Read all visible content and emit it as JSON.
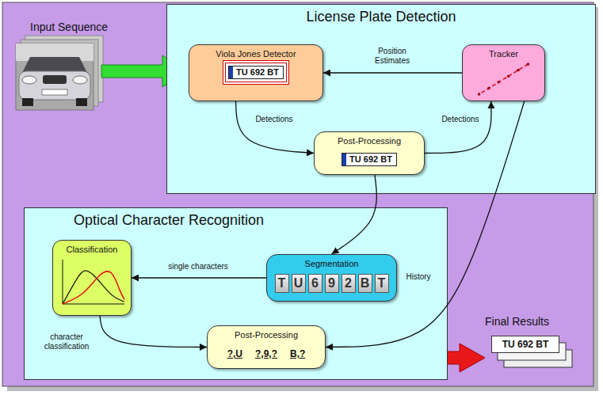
{
  "diagram": {
    "nodes": [
      {
        "text": [
          "License Plate Detection"
        ]
      },
      {
        "text": [
          "Viola Jones Detector",
          "TU 692 BT"
        ],
        "in": 0
      },
      {
        "text": [
          "Tracker"
        ],
        "in": 0
      },
      {
        "text": [
          "Post-Processing",
          "TU 692 BT"
        ],
        "in": 0
      },
      {
        "text": [
          "Optical Character Recognition"
        ]
      },
      {
        "text": [
          "Classification"
        ],
        "in": 4
      },
      {
        "text": [
          "Segmentation",
          "T",
          "U",
          "6",
          "9",
          "2",
          "B",
          "T"
        ],
        "in": 4
      },
      {
        "text": [
          "Post-Processing",
          "?,U",
          "?,9,?",
          "B,?"
        ],
        "in": 4
      }
    ],
    "edges": [
      {
        "from": 2,
        "to": 1,
        "label": "Position Estimates",
        "arrow": "to"
      },
      {
        "from": 1,
        "to": 3,
        "label": "Detections",
        "arrow": "to"
      },
      {
        "from": 3,
        "to": 2,
        "label": "Detections",
        "arrow": "to"
      },
      {
        "from": 3,
        "to": 6,
        "arrow": "to"
      },
      {
        "from": 6,
        "to": 5,
        "label": "single characters",
        "arrow": "to"
      },
      {
        "from": 5,
        "to": 7,
        "label": "character classification",
        "arrow": "to"
      },
      {
        "from": 2,
        "to": 7,
        "label": "History",
        "arrow": "to"
      }
    ],
    "labels": [
      "Input Sequence",
      "Final Results",
      "TU 692 BT"
    ]
  }
}
